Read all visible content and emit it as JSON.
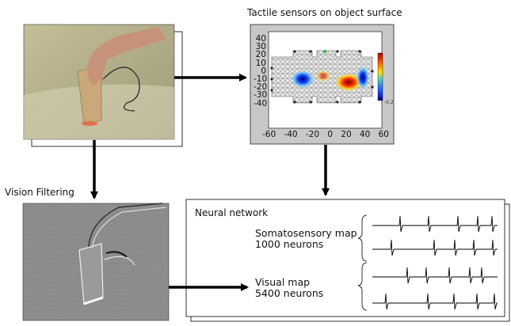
{
  "top_right_title": "Tactile sensors on object surface",
  "vision_filtering_label": "Vision Filtering",
  "network": {
    "title": "Neural network",
    "soma_map_title": "Somatosensory map",
    "soma_map_count": "1000 neurons",
    "visual_map_title": "Visual map",
    "visual_map_count": "5400 neurons"
  },
  "heatmap": {
    "y_ticks": [
      "40",
      "30",
      "20",
      "10",
      "0",
      "-10",
      "-20",
      "-30",
      "-40"
    ],
    "x_ticks": [
      "-60",
      "-40",
      "-20",
      "0",
      "20",
      "40",
      "60"
    ],
    "colorbar_min_label": "-0.2"
  },
  "colors": {
    "camera_photo_bg": "#b3ad8c",
    "filtered_image_bg": "#8f8f8f",
    "plot_frame_bg": "#c8c8c8",
    "arrow": "#000000"
  }
}
